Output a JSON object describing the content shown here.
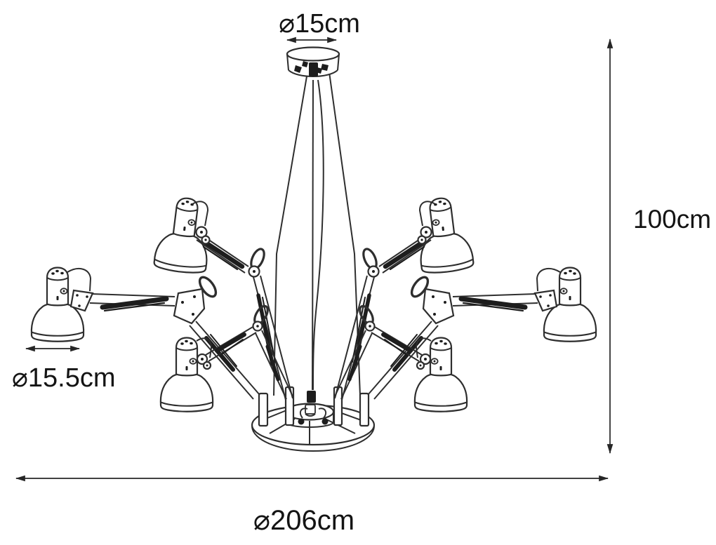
{
  "diagram": {
    "background": "#ffffff",
    "line_color": "#2e2e2e",
    "text_color": "#141414",
    "shade_count": 6,
    "dimensions": {
      "canopy_diameter": "⌀15cm",
      "height": "100cm",
      "shade_diameter": "⌀15.5cm",
      "overall_diameter": "⌀206cm"
    }
  }
}
